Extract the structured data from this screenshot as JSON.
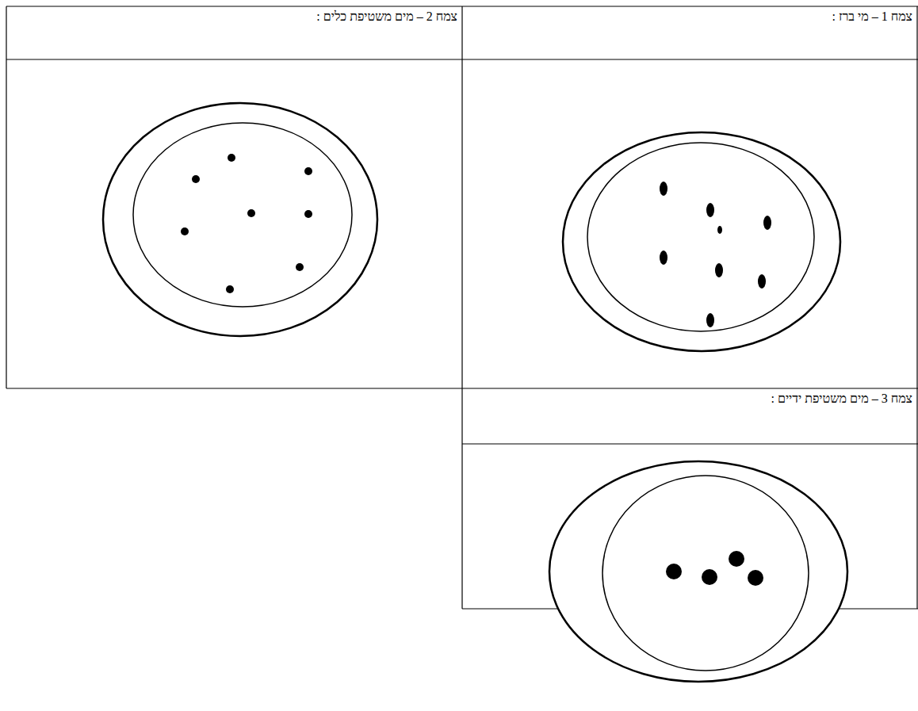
{
  "diagram": {
    "nodes": [
      {
        "text": [
          "צמח 1 – מי ברז :"
        ]
      },
      {
        "text": [
          "צמח 2 – מים משטיפת כלים :"
        ]
      },
      {
        "text": [
          "צמח 3 – מים משטיפת ידיים :"
        ]
      }
    ]
  }
}
